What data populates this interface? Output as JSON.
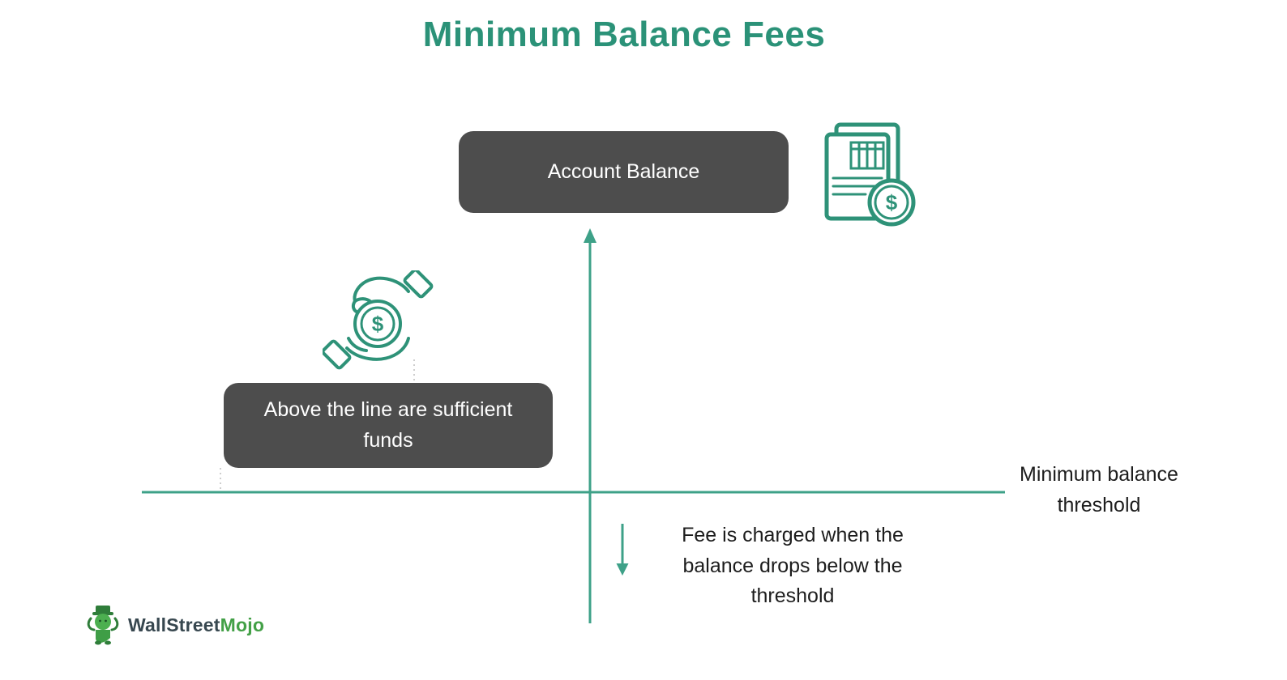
{
  "title": "Minimum Balance Fees",
  "boxes": {
    "account_balance": "Account Balance",
    "above_line": "Above the line are sufficient funds"
  },
  "labels": {
    "threshold": "Minimum balance threshold",
    "fee_note": "Fee is charged when the balance drops below the threshold"
  },
  "icons": {
    "dollar_sign": "$"
  },
  "logo": {
    "part1": "WallStreet",
    "part2": "Mojo"
  },
  "colors": {
    "teal": "#2E9278",
    "line_teal": "#3EA188",
    "box_gray": "#4D4D4D",
    "logo_dark": "#37474F",
    "logo_green": "#43A047"
  }
}
